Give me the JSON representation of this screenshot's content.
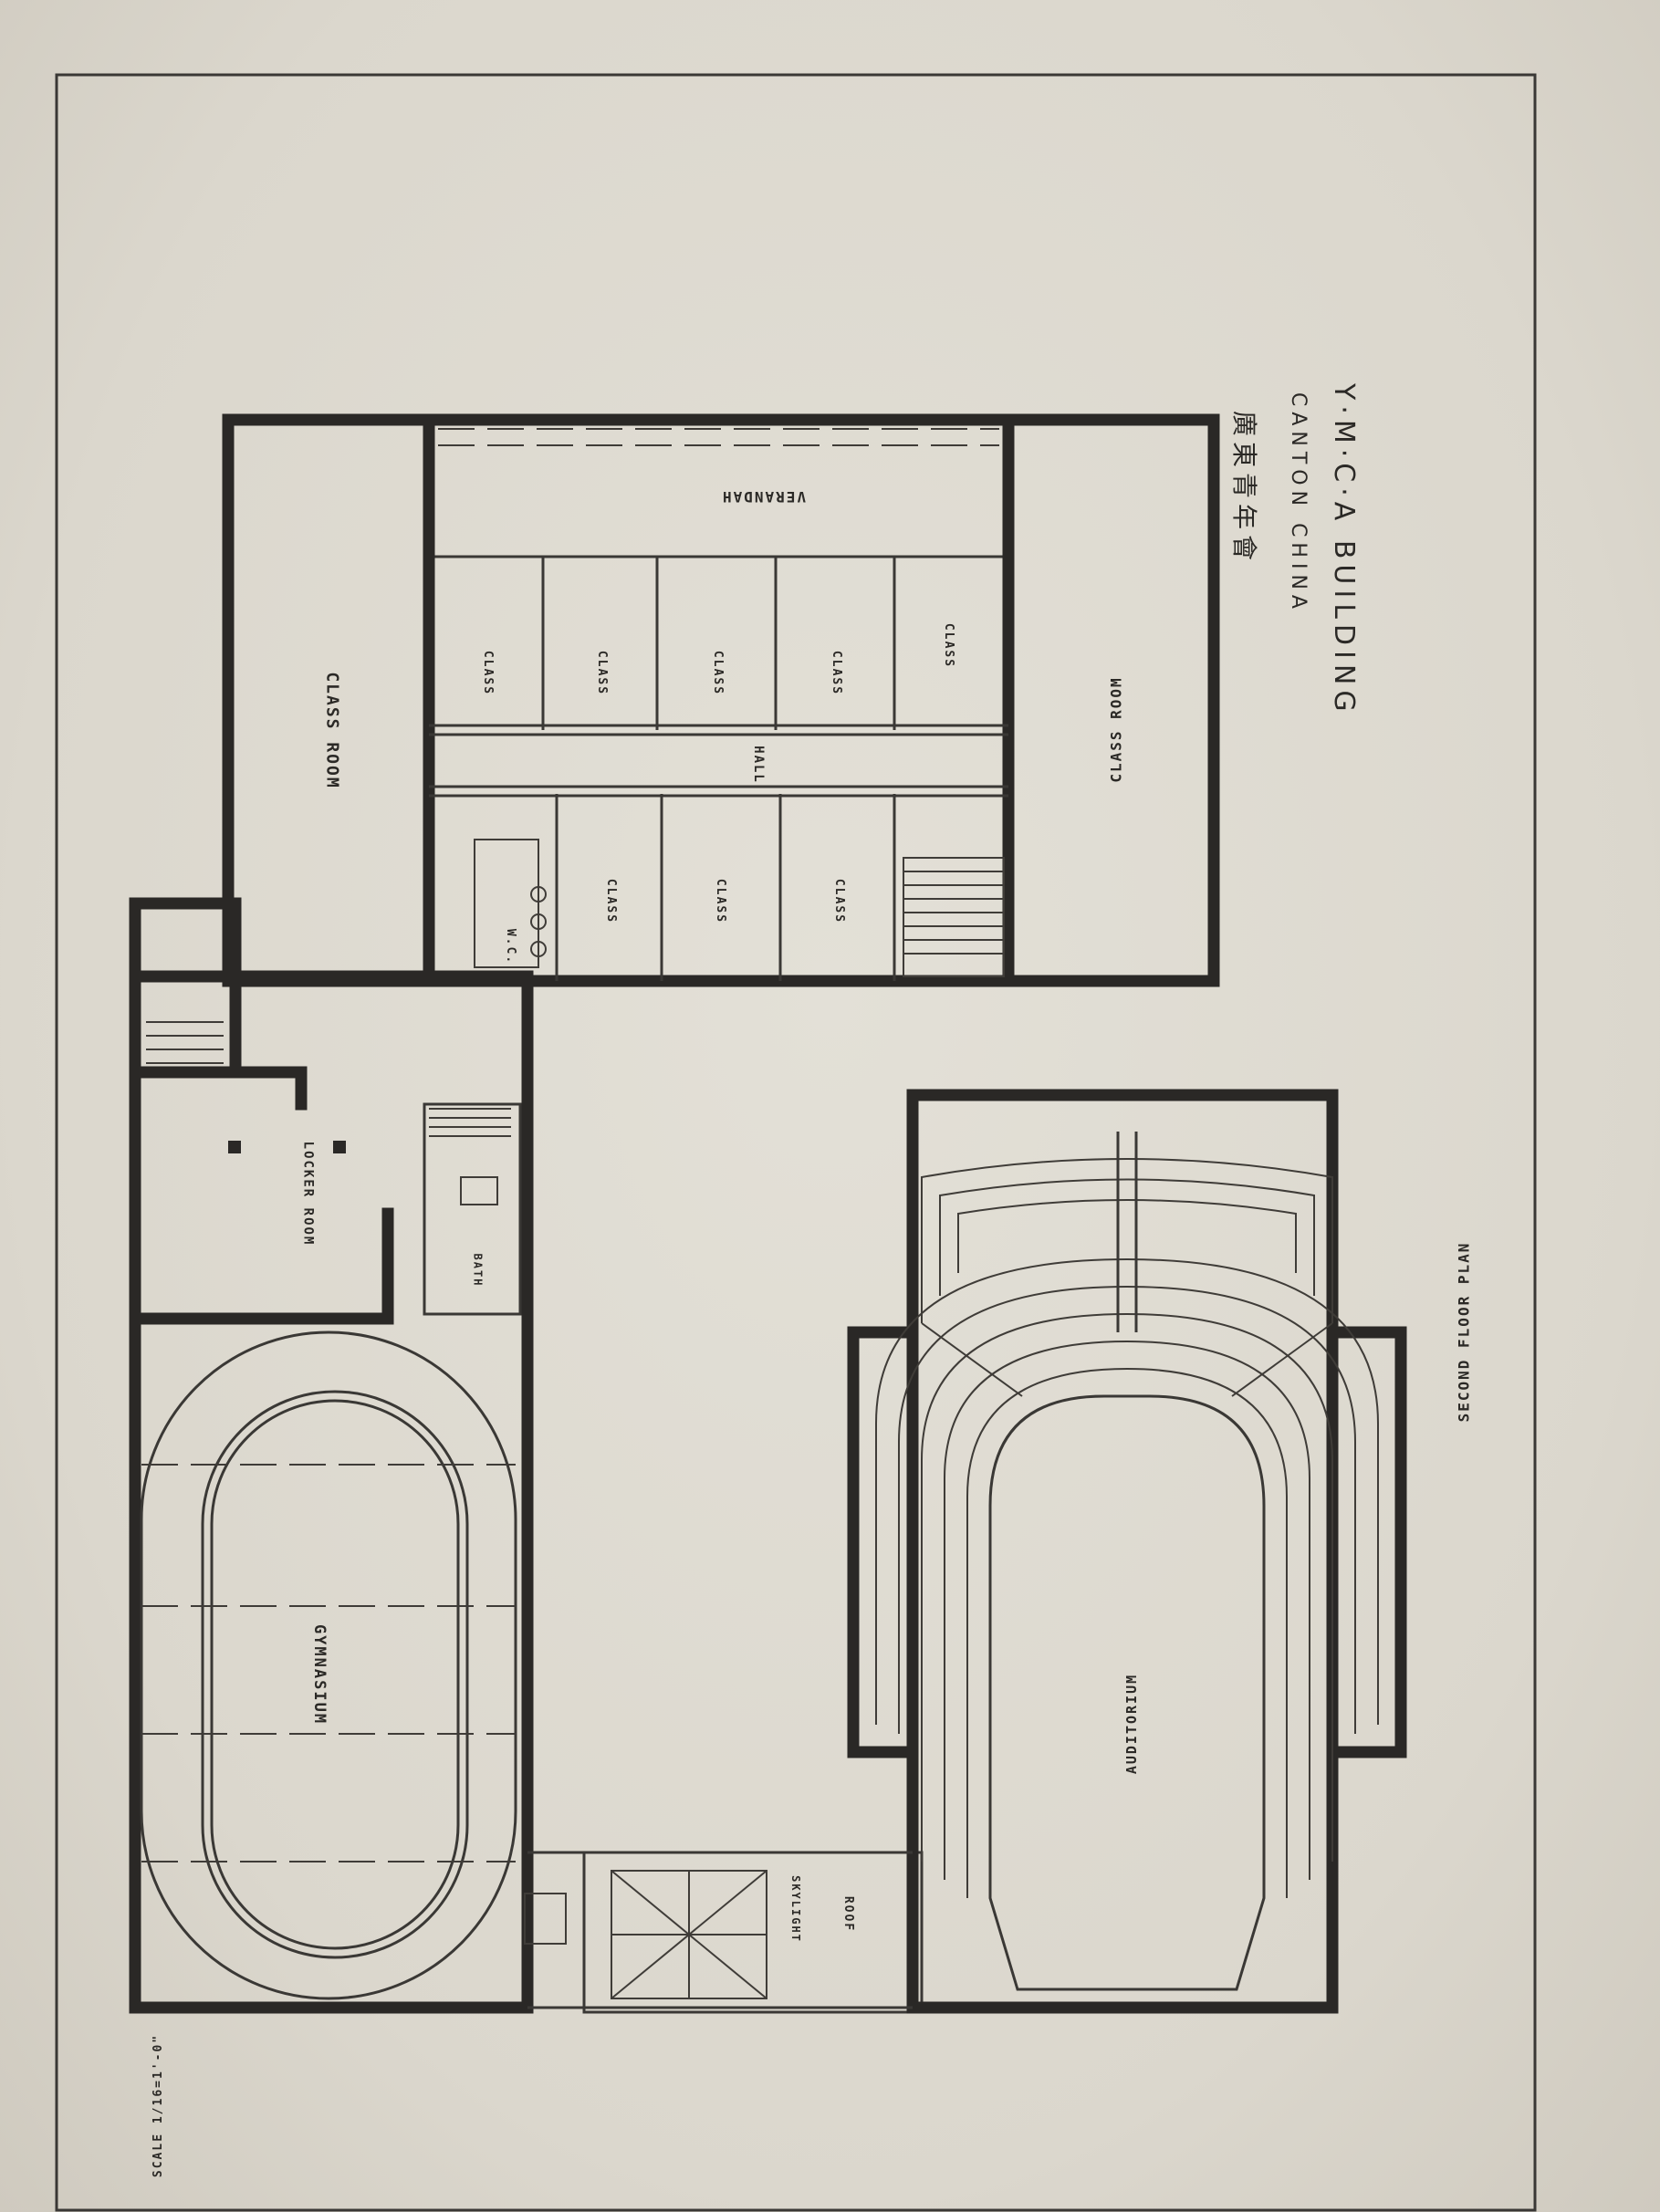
{
  "title": {
    "line1": "Y·M·C·A  BUILDING",
    "line2": "CANTON  CHINA",
    "line3": "廣東青年會"
  },
  "plan_name": "SECOND FLOOR PLAN",
  "scale": "SCALE 1/16=1'-0\"",
  "rooms": {
    "class_room_left": "CLASS ROOM",
    "class_room_right": "CLASS ROOM",
    "verandah": "VERANDAH",
    "hall": "HALL",
    "class": "CLASS",
    "wc": "W.C.",
    "locker_room": "LOCKER ROOM",
    "bath": "BATH",
    "gymnasium": "GYMNASIUM",
    "skylight": "SKYLIGHT",
    "roof": "ROOF",
    "auditorium": "AUDITORIUM"
  },
  "colors": {
    "paper": "#dcd8cf",
    "ink": "#2a2826"
  }
}
